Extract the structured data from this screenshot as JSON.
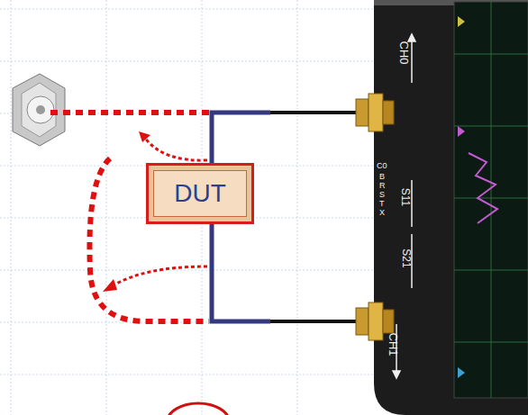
{
  "diagram": {
    "nodes": [
      {
        "text": [
          "DUT"
        ]
      }
    ],
    "labels": [
      "CH0",
      "S11",
      "S21",
      "CH1",
      "C0",
      "B",
      "R",
      "S",
      "T",
      "X"
    ]
  }
}
